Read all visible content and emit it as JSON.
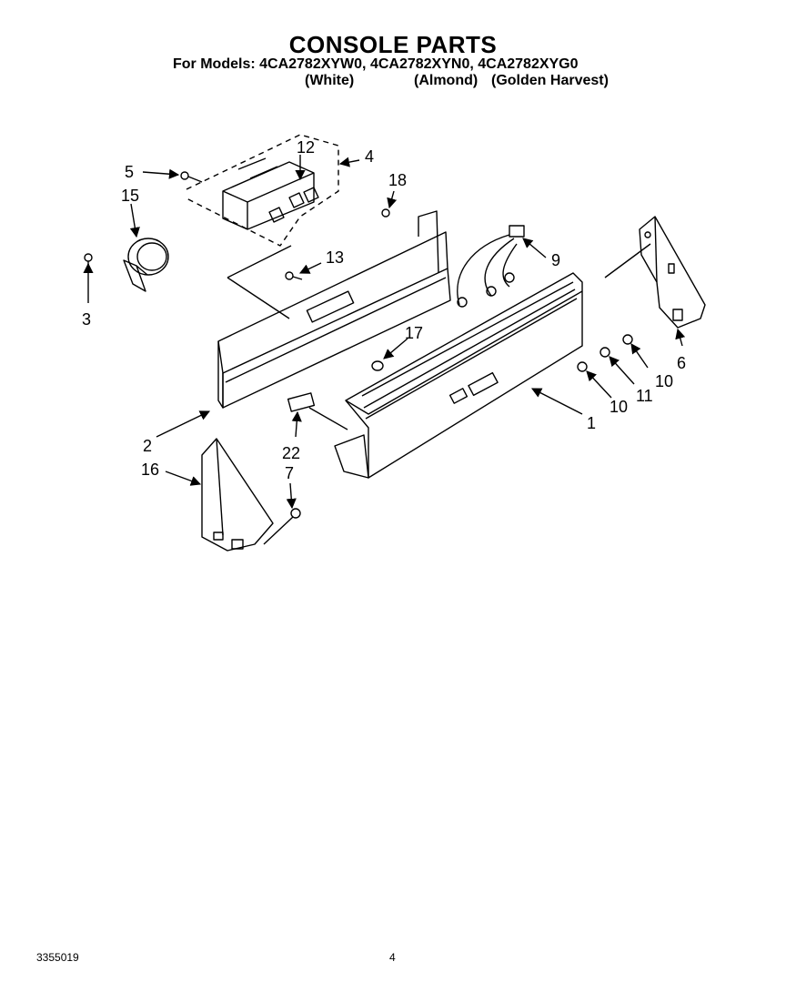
{
  "header": {
    "title": "CONSOLE PARTS",
    "models_line": "For Models: 4CA2782XYW0, 4CA2782XYN0, 4CA2782XYG0",
    "color_white": "(White)",
    "color_almond": "(Almond)",
    "color_golden": "(Golden Harvest)"
  },
  "callouts": {
    "c1": "1",
    "c2": "2",
    "c3": "3",
    "c4": "4",
    "c5": "5",
    "c6": "6",
    "c7": "7",
    "c9": "9",
    "c10a": "10",
    "c10b": "10",
    "c11": "11",
    "c12": "12",
    "c13": "13",
    "c15": "15",
    "c16": "16",
    "c17": "17",
    "c18": "18",
    "c22": "22"
  },
  "footer": {
    "doc_number": "3355019",
    "page_number": "4"
  }
}
